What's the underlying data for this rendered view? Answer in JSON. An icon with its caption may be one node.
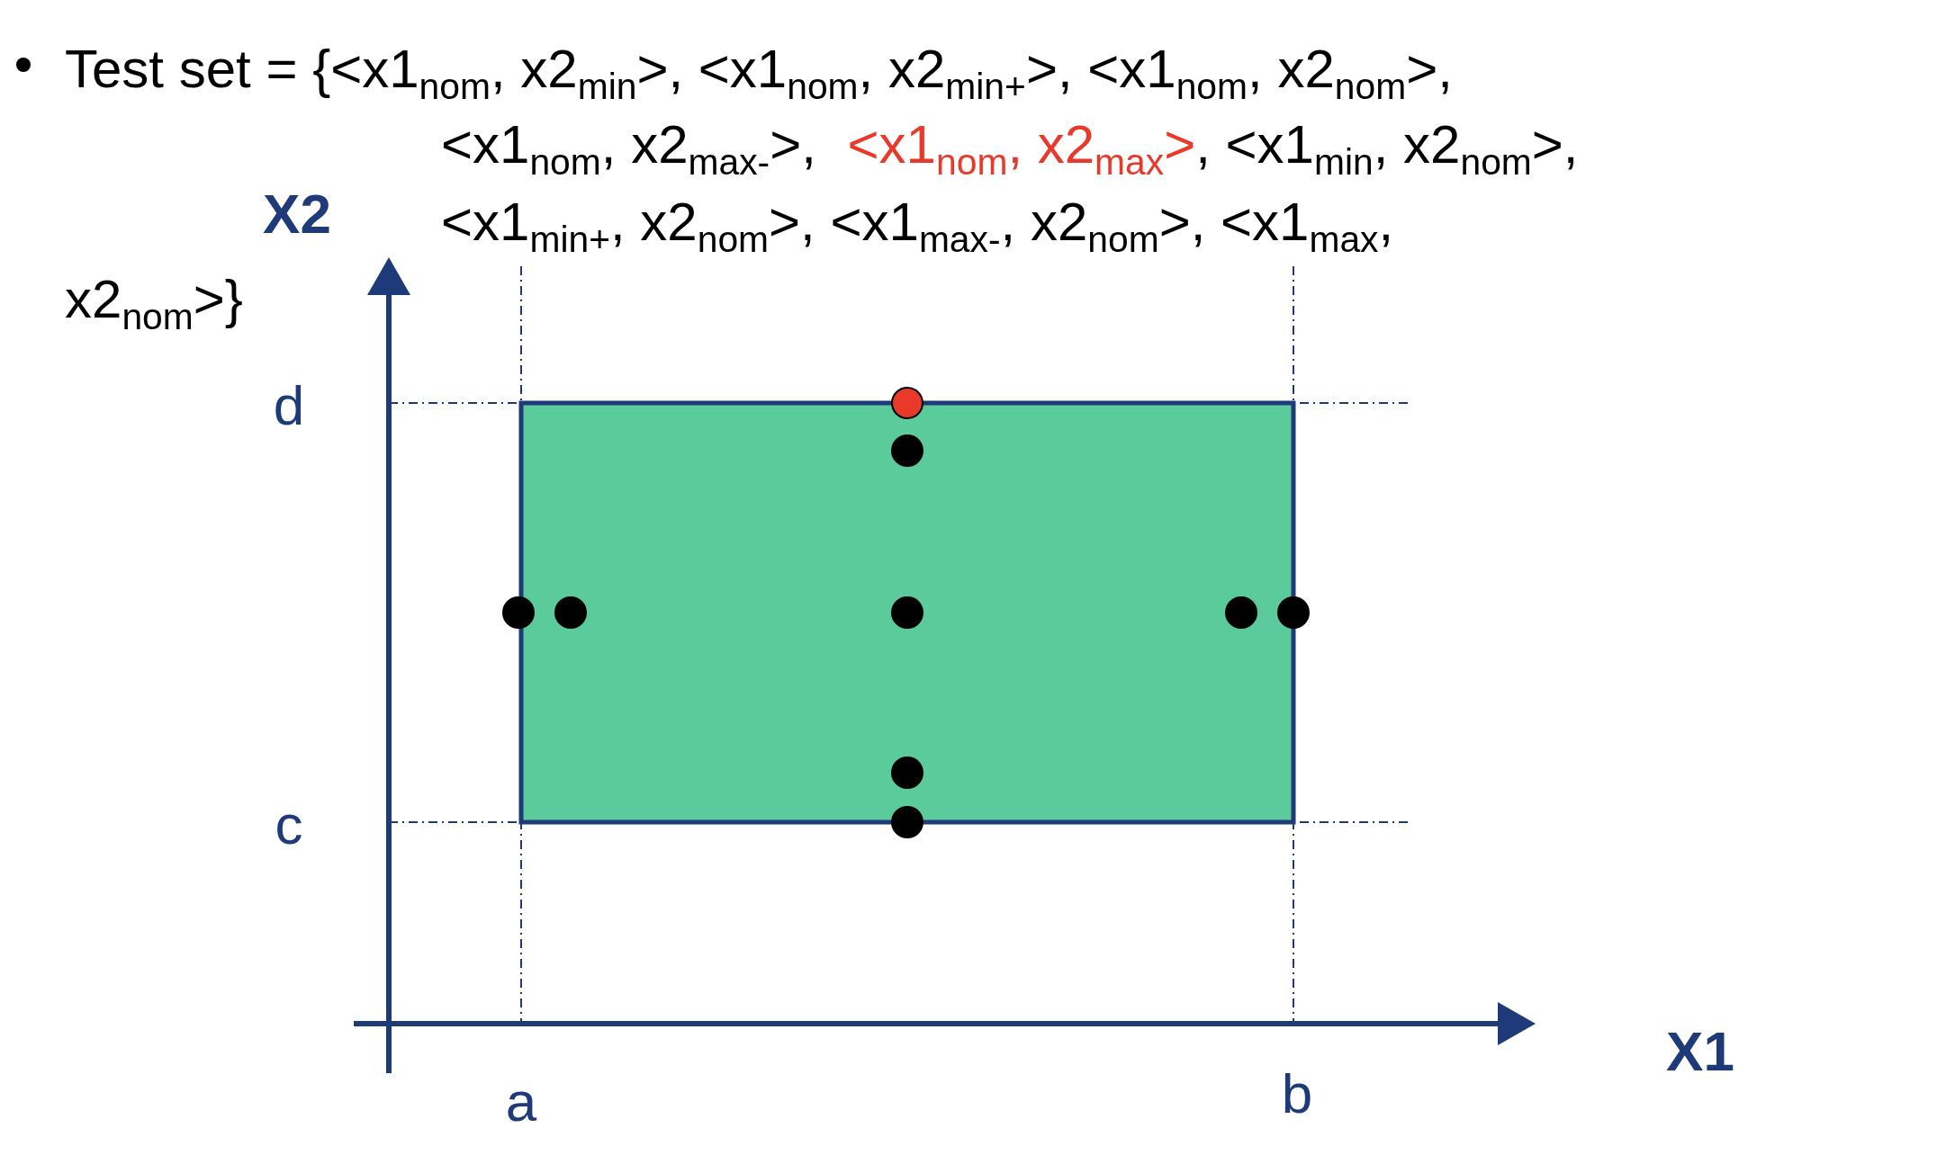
{
  "diagram": {
    "labels": [
      "Test set = {<x1$_{nom}$, x2$_{min}$>, <x1$_{nom}$, x2$_{min+}$>, <x1$_{nom}$, x2$_{nom}$>,",
      "<x1$_{nom}$, x2$_{max-}$>,",
      "<x1$_{nom}$, x2$_{max}$>",
      ", <x1$_{min}$, x2$_{nom}$>,",
      "<x1$_{min+}$, x2$_{nom}$>, <x1$_{max-}$, x2$_{nom}$>, <x1$_{max}$,",
      "X2",
      "x2$_{nom}$>}",
      "d",
      "c",
      "X1",
      "a",
      "b"
    ]
  }
}
